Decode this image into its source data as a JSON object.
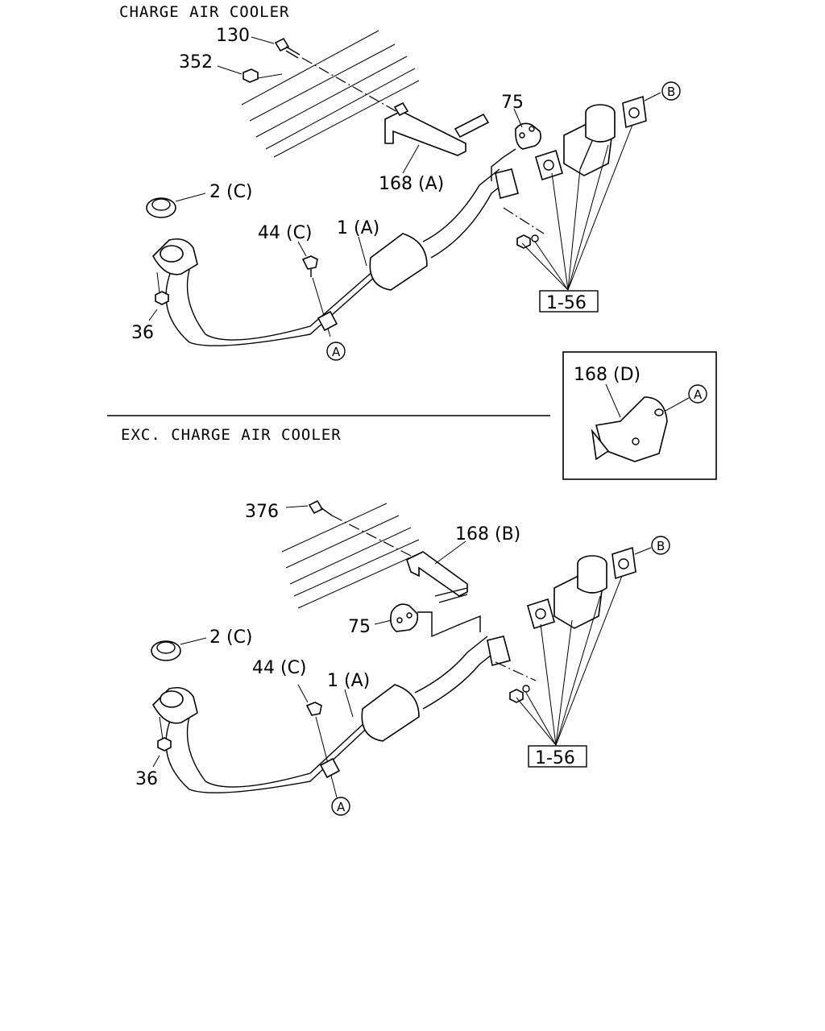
{
  "sections": {
    "top_title": "CHARGE AIR COOLER",
    "bottom_title": "EXC. CHARGE AIR COOLER"
  },
  "top": {
    "labels": {
      "p130": "130",
      "p352": "352",
      "p75": "75",
      "p168a": "168 (A)",
      "p2c": "2 (C)",
      "p44c": "44 (C)",
      "p1a": "1 (A)",
      "p36": "36",
      "ref": "1-56",
      "circle_a": "A",
      "circle_b": "B"
    }
  },
  "inset": {
    "label": "168 (D)",
    "circle_a": "A"
  },
  "bottom": {
    "labels": {
      "p376": "376",
      "p168b": "168 (B)",
      "p75": "75",
      "p2c": "2 (C)",
      "p44c": "44 (C)",
      "p1a": "1 (A)",
      "p36": "36",
      "ref": "1-56",
      "circle_a": "A",
      "circle_b": "B"
    }
  }
}
